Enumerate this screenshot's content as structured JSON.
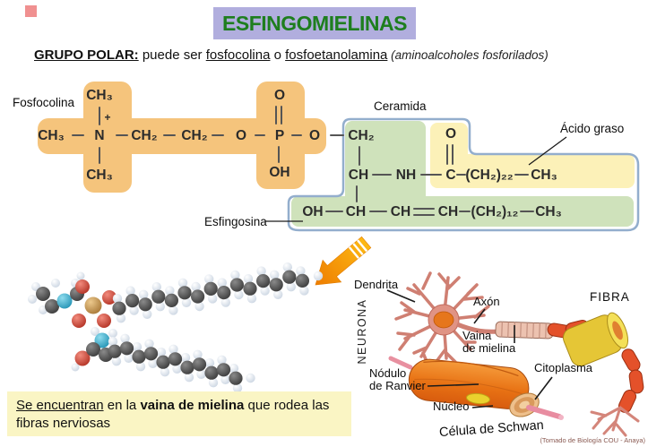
{
  "title": {
    "text": "ESFINGOMIELINAS",
    "bg_color": "#b1aede",
    "text_color": "#1e7e1e"
  },
  "subtitle": {
    "label": "GRUPO POLAR:",
    "t1": "  puede ser ",
    "u1": "fosfocolina",
    "t2": " o ",
    "u2": "fosfoetanolamina",
    "note": " (aminoalcoholes fosforilados)"
  },
  "chem": {
    "labels": {
      "fosfocolina": "Fosfocolina",
      "ceramida": "Ceramida",
      "acido_graso": "Ácido graso",
      "esfingosina": "Esfingosina"
    },
    "colors": {
      "phosphocholine_bg": "#f5c47c",
      "sphingosine_bg": "#cfe2bb",
      "fatty_acid_bg": "#fcf1b8",
      "ceramide_outline": "#93aecd"
    },
    "row_main": [
      "CH₃",
      "N",
      "CH₂",
      "CH₂",
      "O",
      "P",
      "O"
    ],
    "n_top": "CH₃",
    "n_charge": "+",
    "n_bottom": "CH₃",
    "p_top": "O",
    "p_bottom": "OH",
    "cer_c1": "CH₂",
    "cer_o": "O",
    "cer_row2": [
      "CH",
      "NH",
      "C",
      "(CH₂)₂₂",
      "CH₃"
    ],
    "cer_row3": [
      "OH",
      "CH",
      "CH",
      "CH",
      "(CH₂)₁₂",
      "CH₃"
    ]
  },
  "neuron": {
    "labels": {
      "dendrita": "Dendrita",
      "neurona": "NEURONA",
      "axon": "Axón",
      "vaina_1": "Vaina",
      "vaina_2": "de mielina",
      "fibra": "FIBRA",
      "nodulo_1": "Nódulo",
      "nodulo_2": "de  Ranvier",
      "citoplasma": "Citoplasma",
      "nucleo": "Núcleo",
      "celula": "Célula de Schwan"
    }
  },
  "footer": {
    "part1": "Se encuentran",
    "part2": " en la ",
    "part3": "vaina de mielina",
    "part4": " que rodea las fibras nerviosas"
  },
  "credit": "(Tomado de Biología COU - Anaya)"
}
